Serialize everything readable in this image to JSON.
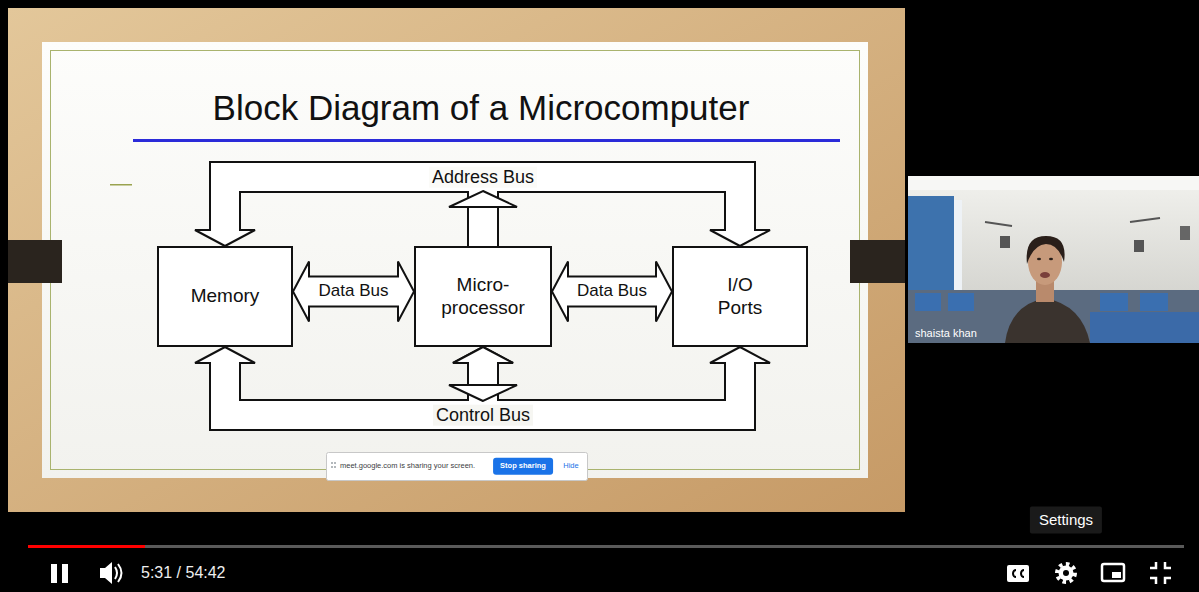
{
  "diagram": {
    "title": "Block Diagram of a Microcomputer",
    "nodes": [
      {
        "text": [
          "Memory"
        ]
      },
      {
        "text": [
          "Micro- processor"
        ]
      },
      {
        "text": [
          "I/O Ports"
        ]
      }
    ],
    "edges": [
      {
        "from": 0,
        "to": 1,
        "label": "Data Bus",
        "arrow": "both"
      },
      {
        "from": 1,
        "to": 2,
        "label": "Data Bus",
        "arrow": "both"
      },
      {
        "from": 1,
        "to": 0,
        "arrow": "to"
      },
      {
        "from": 1,
        "to": 2,
        "arrow": "to"
      },
      {
        "from": 1,
        "to": 0,
        "arrow": "both"
      },
      {
        "from": 1,
        "to": 2,
        "arrow": "both"
      }
    ],
    "labels": [
      "Address Bus",
      "Control Bus",
      "meet.google.com is sharing your screen.",
      "Stop sharing",
      "Hide",
      "shaista khan",
      "Settings",
      "5:31 / 54:42"
    ]
  }
}
